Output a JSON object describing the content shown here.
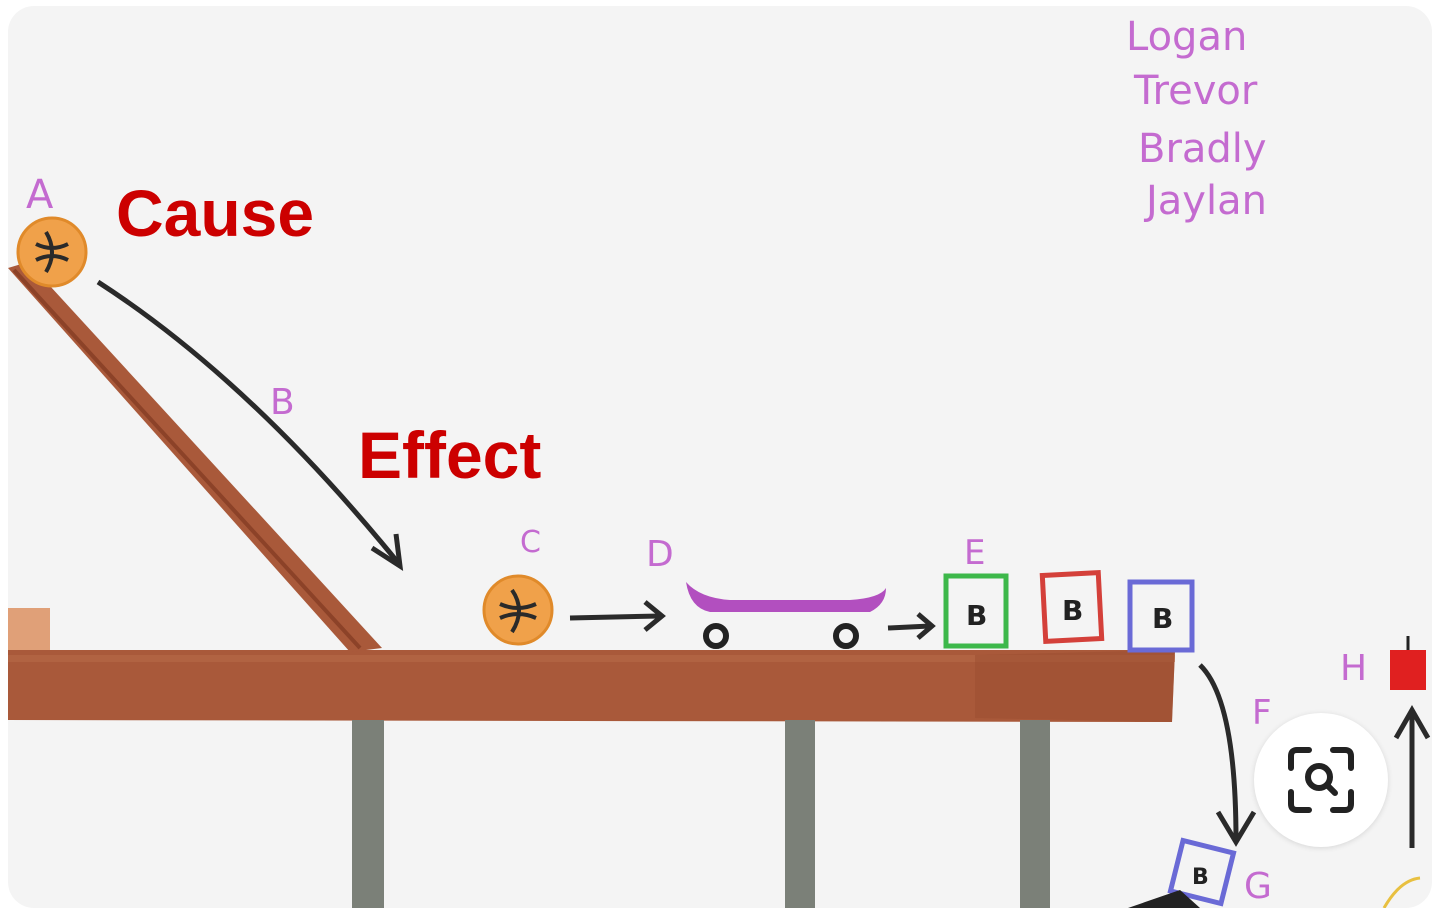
{
  "labels": {
    "cause": "Cause",
    "effect": "Effect"
  },
  "names": [
    "Logan",
    "Trevor",
    "Bradly",
    "Jaylan"
  ],
  "step_letters": [
    "A",
    "B",
    "C",
    "D",
    "E",
    "F",
    "G",
    "H"
  ],
  "block_letter": "B",
  "colors": {
    "label_red": "#cc0000",
    "wood": "#a9593a",
    "leg": "#7b8078",
    "ball": "#f0a14a",
    "skateboard": "#b24fbf",
    "handwriting": "#c46bd0",
    "block_green": "#3db84a",
    "block_red": "#d4403a",
    "block_blue": "#6a6ad6",
    "red_item": "#e02020"
  },
  "icons": {
    "lens": "visual-search-icon"
  }
}
